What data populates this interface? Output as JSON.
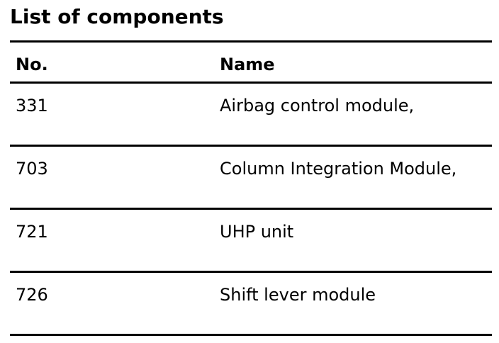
{
  "title": "List of components",
  "columns": {
    "no": "No.",
    "name": "Name"
  },
  "rows": [
    {
      "no": "331",
      "name": "Airbag control module,"
    },
    {
      "no": "703",
      "name": "Column Integration Module,"
    },
    {
      "no": "721",
      "name": "UHP unit"
    },
    {
      "no": "726",
      "name": "Shift lever module"
    }
  ]
}
